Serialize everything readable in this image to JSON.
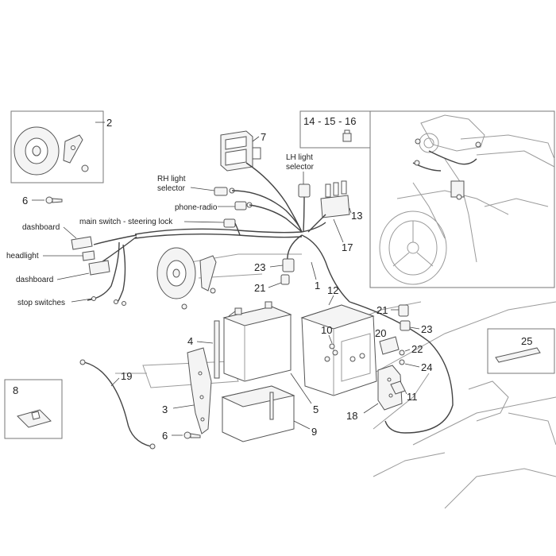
{
  "callouts": {
    "c1": "1",
    "c2": "2",
    "c3": "3",
    "c4": "4",
    "c5": "5",
    "c6a": "6",
    "c6b": "6",
    "c7": "7",
    "c8": "8",
    "c9": "9",
    "c10": "10",
    "c11": "11",
    "c12": "12",
    "c13": "13",
    "c14_16": "14 - 15 - 16",
    "c17": "17",
    "c18": "18",
    "c19": "19",
    "c20": "20",
    "c21a": "21",
    "c21b": "21",
    "c22": "22",
    "c23a": "23",
    "c23b": "23",
    "c24": "24",
    "c25": "25"
  },
  "labels": {
    "rh_light_1": "RH light",
    "rh_light_2": "selector",
    "lh_light_1": "LH light",
    "lh_light_2": "selector",
    "phone_radio": "phone-radio",
    "main_switch": "main switch - steering lock",
    "dashboard_top": "dashboard",
    "headlight": "headlight",
    "dashboard_bottom": "dashboard",
    "stop_switches": "stop switches"
  }
}
